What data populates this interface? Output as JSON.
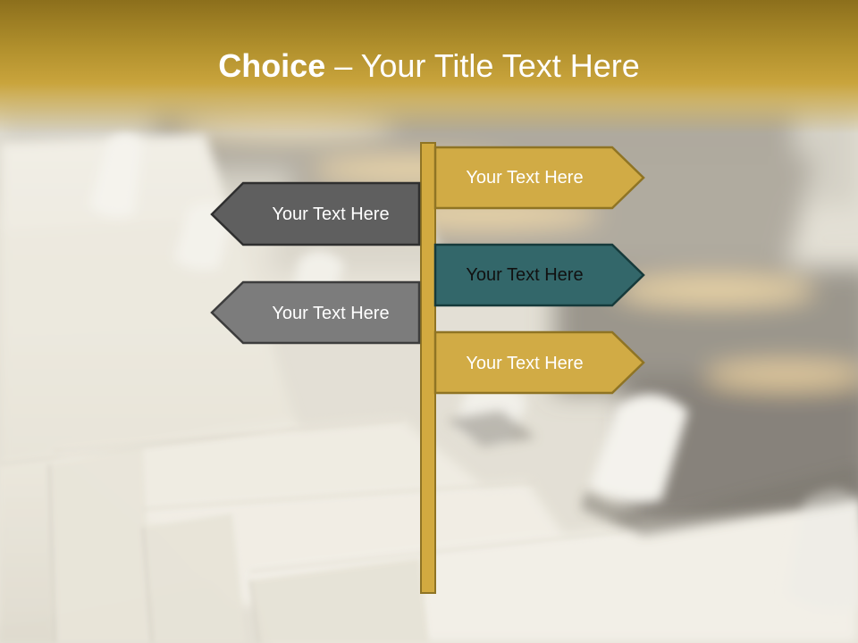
{
  "title": {
    "bold": "Choice",
    "dash": " – ",
    "rest": "Your Title Text Here"
  },
  "colors": {
    "gold": "#d1ab45",
    "gold_outline": "#8f7424",
    "teal": "#33676a",
    "teal_outline": "#163a3b",
    "dark_gray": "#5f5f5f",
    "mid_gray": "#7c7c7c",
    "sign_outline": "#3d3d3d",
    "post": "#d2aa40"
  },
  "signs": {
    "right_1": {
      "label": "Your Text Here"
    },
    "left_1": {
      "label": "Your Text Here"
    },
    "right_2": {
      "label": "Your Text Here"
    },
    "left_2": {
      "label": "Your Text Here"
    },
    "right_3": {
      "label": "Your Text Here"
    }
  }
}
